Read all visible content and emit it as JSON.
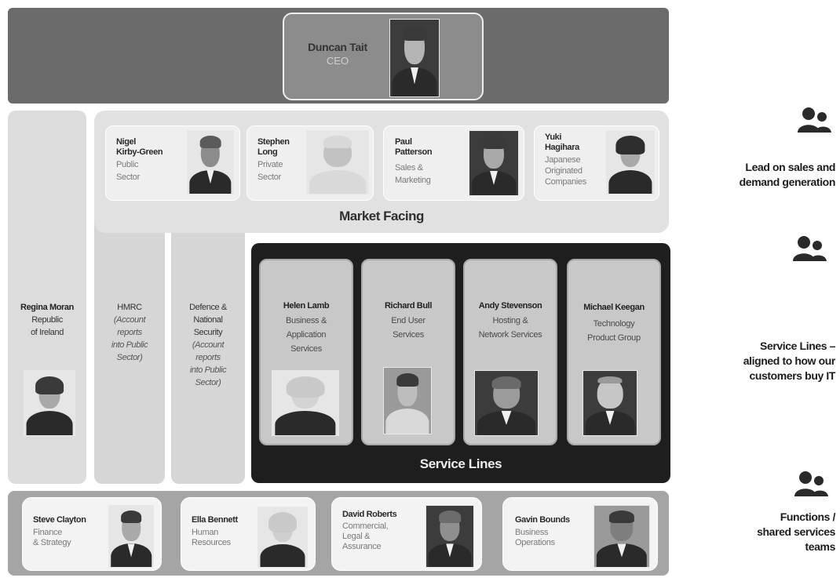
{
  "ceo": {
    "name": "Duncan Tait",
    "title": "CEO"
  },
  "market_facing": {
    "title": "Market Facing",
    "people": [
      {
        "name_lines": [
          "Nigel",
          "Kirby-Green"
        ],
        "role_lines": [
          "Public",
          "Sector"
        ]
      },
      {
        "name_lines": [
          "Stephen",
          "Long"
        ],
        "role_lines": [
          "Private",
          "Sector"
        ]
      },
      {
        "name_lines": [
          "Paul",
          "Patterson"
        ],
        "role_lines": [
          "Sales &",
          "Marketing"
        ]
      },
      {
        "name_lines": [
          "Yuki",
          "Hagihara"
        ],
        "role_lines": [
          "Japanese",
          "Originated",
          "Companies"
        ]
      }
    ]
  },
  "columns": {
    "regina": {
      "name": "Regina Moran",
      "role_lines": [
        "Republic",
        "of Ireland"
      ]
    },
    "hmrc": {
      "name": "HMRC",
      "note_lines": [
        "(Account",
        "reports",
        "into Public",
        "Sector)"
      ]
    },
    "defence": {
      "name_lines": [
        "Defence &",
        "National",
        "Security"
      ],
      "note_lines": [
        "(Account",
        "reports",
        "into Public",
        "Sector)"
      ]
    }
  },
  "service_lines": {
    "title": "Service Lines",
    "people": [
      {
        "name": "Helen Lamb",
        "role_lines": [
          "Business &",
          "Application",
          "Services"
        ]
      },
      {
        "name": "Richard Bull",
        "role_lines": [
          "End User",
          "Services"
        ]
      },
      {
        "name": "Andy Stevenson",
        "role_lines": [
          "Hosting &",
          "Network Services"
        ]
      },
      {
        "name": "Michael Keegan",
        "role_lines": [
          "Technology",
          "Product Group"
        ]
      }
    ]
  },
  "functions": {
    "people": [
      {
        "name": "Steve Clayton",
        "role_lines": [
          "Finance",
          "& Strategy"
        ]
      },
      {
        "name": "Ella Bennett",
        "role_lines": [
          "Human",
          "Resources"
        ]
      },
      {
        "name": "David Roberts",
        "role_lines": [
          "Commercial,",
          "Legal &",
          "Assurance"
        ]
      },
      {
        "name": "Gavin Bounds",
        "role_lines": [
          "Business",
          "Operations"
        ]
      }
    ]
  },
  "annotations": [
    {
      "icon": "people-group-icon",
      "lines": [
        "Lead on sales and",
        "demand generation"
      ]
    },
    {
      "icon": "people-group-icon",
      "lines": [
        "Service Lines –",
        "aligned to how our",
        "customers buy IT"
      ]
    },
    {
      "icon": "people-group-icon",
      "lines": [
        "Functions /",
        "shared  services",
        "teams"
      ]
    }
  ],
  "colors": {
    "ceo_band": "#6b6b6b",
    "service_lines_panel": "#1e1e1e",
    "functions_band": "#a5a5a5"
  }
}
